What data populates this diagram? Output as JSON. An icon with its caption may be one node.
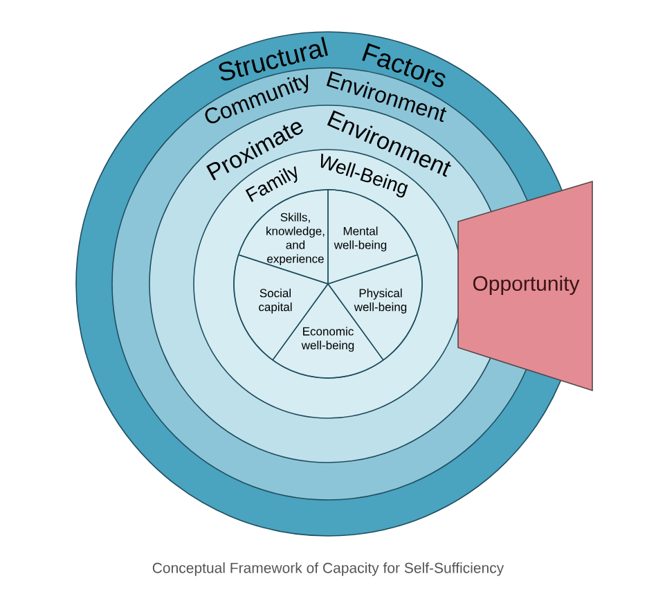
{
  "diagram": {
    "caption": "Conceptual Framework of Capacity for Self-Sufficiency",
    "nodes": [
      {
        "text": [
          "Structural Factors"
        ]
      },
      {
        "text": [
          "Community Environment"
        ],
        "in": 0
      },
      {
        "text": [
          "Proximate Environment"
        ],
        "in": 1
      },
      {
        "text": [
          "Family Well-Being"
        ],
        "in": 2
      },
      {
        "text": [
          "Skills, knowledge, and experience"
        ],
        "in": 3
      },
      {
        "text": [
          "Mental well-being"
        ],
        "in": 3
      },
      {
        "text": [
          "Social capital"
        ],
        "in": 3
      },
      {
        "text": [
          "Physical well-being"
        ],
        "in": 3
      },
      {
        "text": [
          "Economic well-being"
        ],
        "in": 3
      },
      {
        "text": [
          "Opportunity"
        ]
      }
    ]
  }
}
